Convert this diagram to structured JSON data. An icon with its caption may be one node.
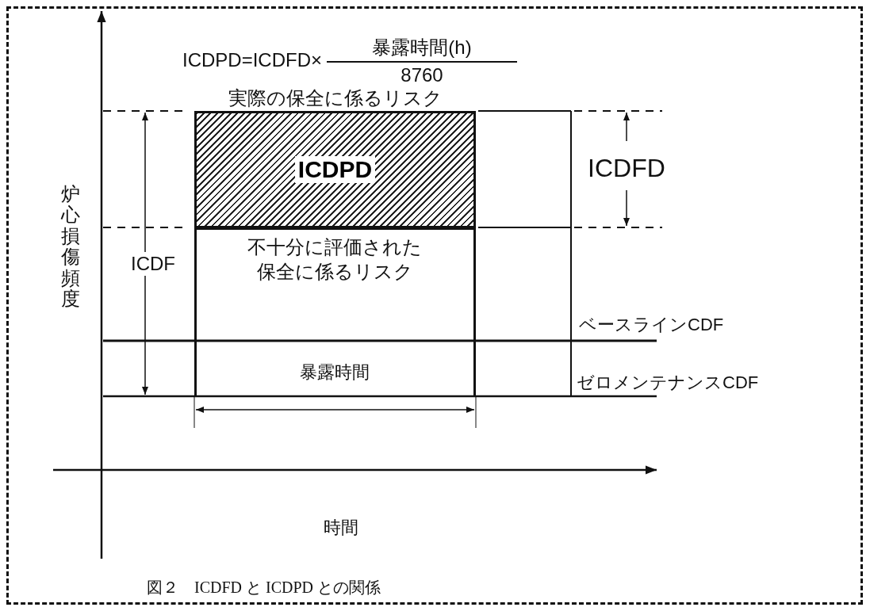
{
  "diagram": {
    "caption": "図２　ICDFD と ICDPD との関係",
    "nodes": [
      {
        "text": [
          "ICDPD"
        ],
        "beside": [
          "実際の保全に係るリスク"
        ]
      }
    ],
    "labels": [
      "ICDPD=ICDFD×",
      "暴露時間(h)",
      "8760",
      "ICDFD",
      "炉心損傷頻度",
      "ICDF",
      "不十分に評価された保全に係るリスク",
      "ベースラインCDF",
      "ゼロメンテナンスCDF",
      "暴露時間",
      "時間"
    ]
  }
}
